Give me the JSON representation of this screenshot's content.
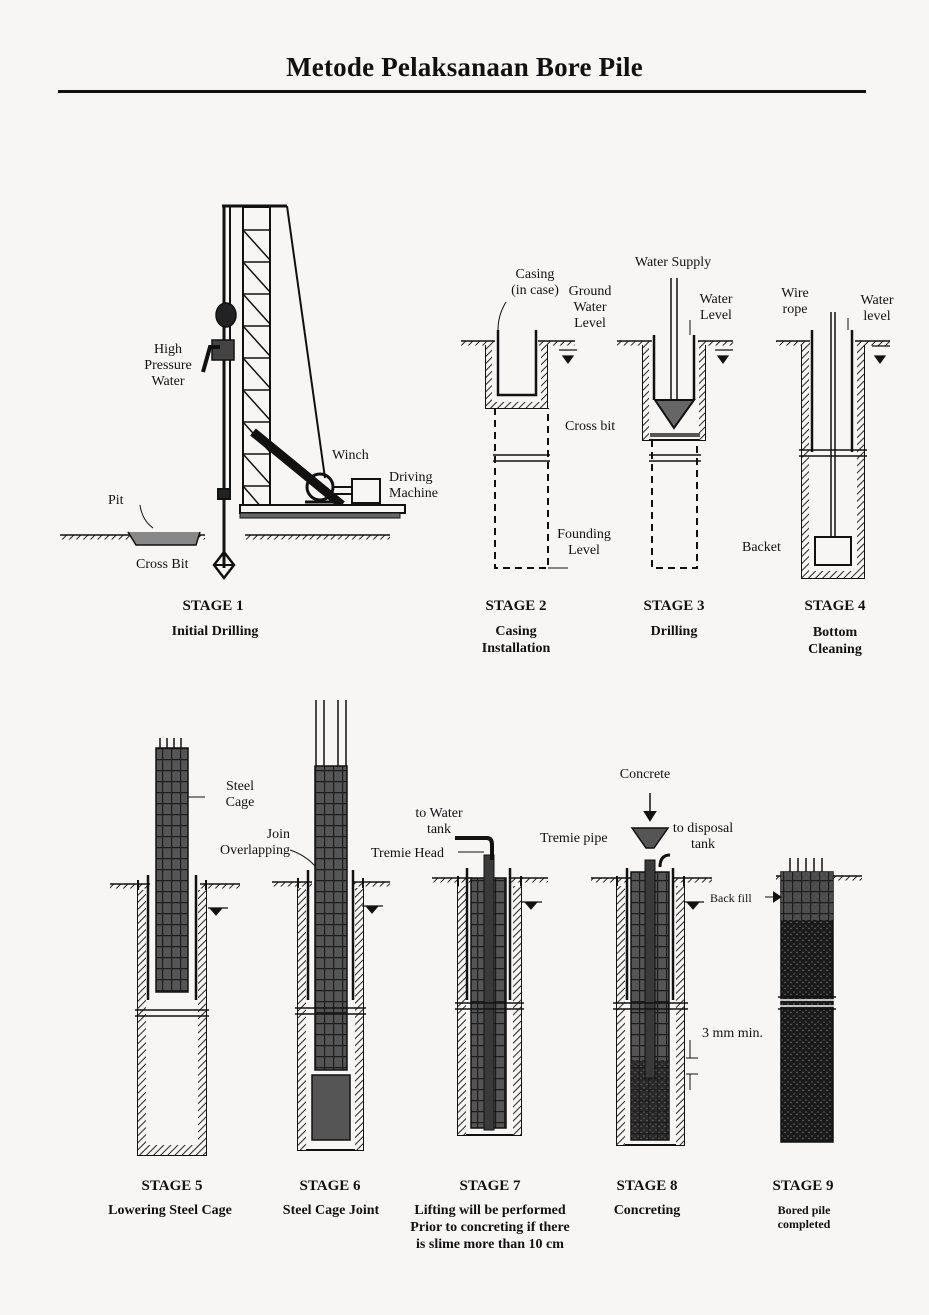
{
  "title": "Metode Pelaksanaan Bore Pile",
  "stages": [
    {
      "stage": "STAGE 1",
      "caption": "Initial Drilling"
    },
    {
      "stage": "STAGE 2",
      "caption": "Casing\nInstallation"
    },
    {
      "stage": "STAGE 3",
      "caption": "Drilling"
    },
    {
      "stage": "STAGE 4",
      "caption": "Bottom\nCleaning"
    },
    {
      "stage": "STAGE 5",
      "caption": "Lowering Steel Cage"
    },
    {
      "stage": "STAGE 6",
      "caption": "Steel Cage Joint"
    },
    {
      "stage": "STAGE 7",
      "caption": "Lifting will be performed\nPrior to concreting if there\nis slime more than 10 cm"
    },
    {
      "stage": "STAGE 8",
      "caption": "Concreting"
    },
    {
      "stage": "STAGE 9",
      "caption": "Bored pile\ncompleted"
    }
  ],
  "labels": {
    "high_pressure_water": "High\nPressure\nWater",
    "winch": "Winch",
    "driving_machine": "Driving\nMachine",
    "pit": "Pit",
    "cross_bit_1": "Cross Bit",
    "casing": "Casing\n(in case)",
    "ground_water_level": "Ground\nWater\nLevel",
    "founding_level": "Founding\nLevel",
    "water_supply": "Water Supply",
    "water_level_3": "Water\nLevel",
    "cross_bit_3": "Cross bit",
    "wire_rope": "Wire\nrope",
    "water_level_4": "Water\nlevel",
    "backet": "Backet",
    "steel_cage": "Steel\nCage",
    "join_overlapping": "Join\nOverlapping",
    "to_water_tank": "to Water\ntank",
    "tremie_head": "Tremie Head",
    "concrete": "Concrete",
    "tremie_pipe": "Tremie pipe",
    "to_disposal_tank": "to disposal\ntank",
    "back_fill": "Back fill",
    "three_mm_min": "3 mm min."
  }
}
